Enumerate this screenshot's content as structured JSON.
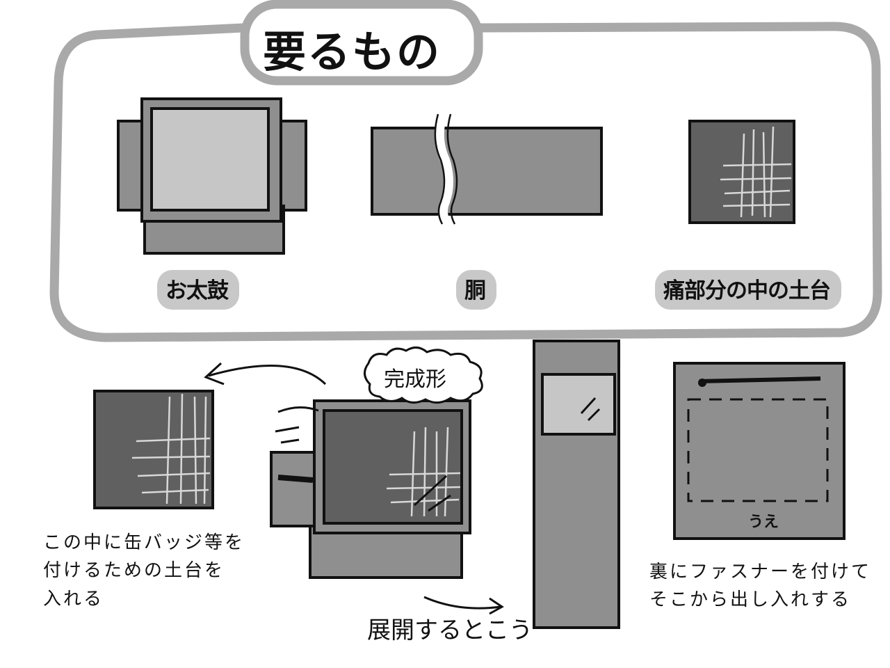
{
  "title": "要るもの",
  "items": [
    {
      "label": "お太鼓"
    },
    {
      "label": "胴"
    },
    {
      "label": "痛部分の中の土台"
    }
  ],
  "notes": {
    "badge_base": [
      "この中に缶バッジ等を",
      "付けるための土台を",
      "入れる"
    ],
    "finished": "完成形",
    "unfold": "展開するとこう",
    "top_mark": "うえ",
    "zipper": [
      "裏にファスナーを付けて",
      "そこから出し入れする"
    ]
  },
  "colors": {
    "frame": "#a9a9a9",
    "dark_fill": "#606060",
    "mid_fill": "#8f8f8f",
    "light_fill": "#c6c6c6",
    "label_bg": "#c8c8c8",
    "line": "#111111"
  }
}
